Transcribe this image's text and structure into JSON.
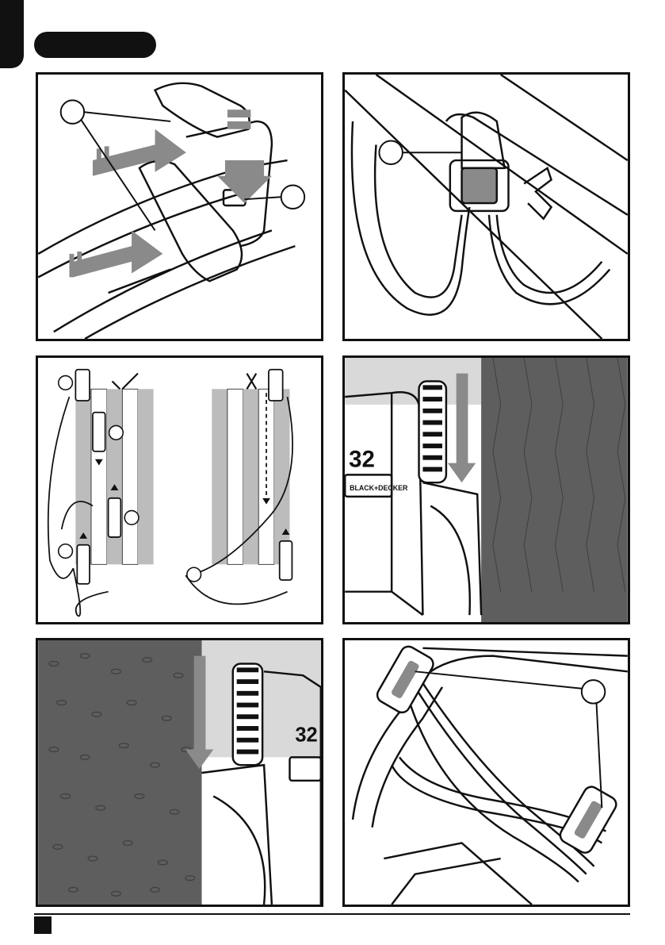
{
  "document": {
    "title_bar": "",
    "page_number": ""
  },
  "figures": [
    {
      "id": "fig1",
      "description_callouts": 2
    },
    {
      "id": "fig2",
      "description_callouts": 1
    },
    {
      "id": "fig3",
      "correct_mark": "✓",
      "wrong_mark": "X"
    },
    {
      "id": "fig4",
      "brand_label": "BLACK+DECKER",
      "size_label": "32"
    },
    {
      "id": "fig5",
      "size_label": "32"
    },
    {
      "id": "fig6",
      "description_callouts": 1
    }
  ],
  "colors": {
    "ink": "#111111",
    "arrow_gray": "#8a8a8a",
    "lawn_dark": "#5e5e5e",
    "paving_light": "#d9d9d9",
    "stripe_gray": "#bcbcbc"
  }
}
